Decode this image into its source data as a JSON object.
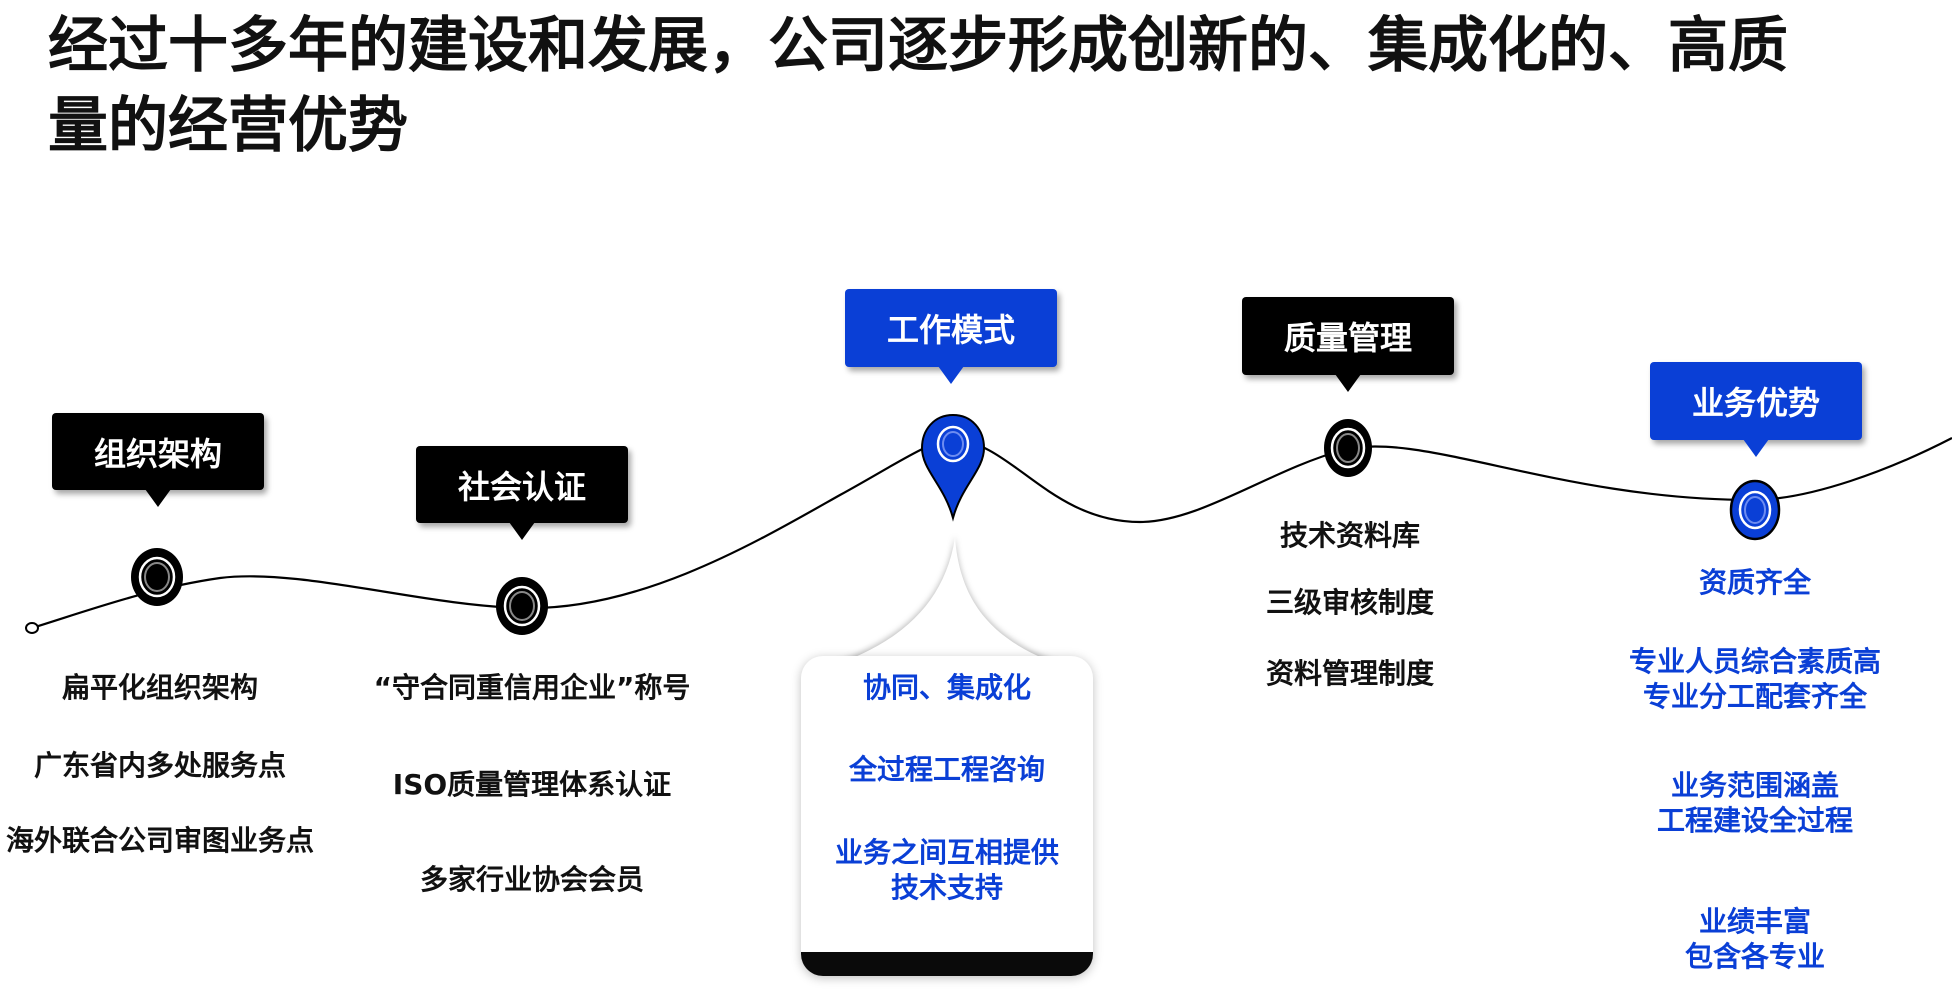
{
  "title": "经过十多年的建设和发展，公司逐步形成创新的、集成化的、高质量的经营优势",
  "colors": {
    "accent_blue": "#0a3fd6",
    "black": "#000000",
    "text": "#111111"
  },
  "milestones": [
    {
      "label": "组织架构",
      "style": "black",
      "items": [
        "扁平化组织架构",
        "广东省内多处服务点",
        "海外联合公司审图业务点"
      ]
    },
    {
      "label": "社会认证",
      "style": "black",
      "items": [
        "“守合同重信用企业”称号",
        "ISO质量管理体系认证",
        "多家行业协会会员"
      ]
    },
    {
      "label": "工作模式",
      "style": "blue",
      "items": [
        "协同、集成化",
        "全过程工程咨询",
        "业务之间互相提供",
        "技术支持"
      ]
    },
    {
      "label": "质量管理",
      "style": "black",
      "items": [
        "技术资料库",
        "三级审核制度",
        "资料管理制度"
      ]
    },
    {
      "label": "业务优势",
      "style": "blue",
      "items": [
        "资质齐全",
        "专业人员综合素质高",
        "专业分工配套齐全",
        "业务范围涵盖",
        "工程建设全过程",
        "业绩丰富",
        "包含各专业"
      ]
    }
  ],
  "icons": {
    "node": "ring-marker-icon",
    "pin": "map-pin-icon"
  }
}
